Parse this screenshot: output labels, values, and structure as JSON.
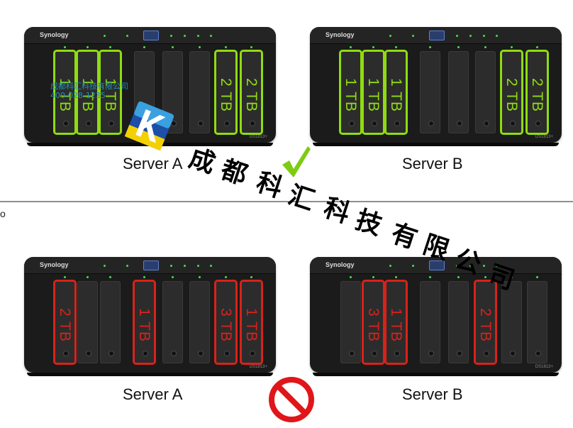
{
  "brand": "Synology",
  "model": "DS1813+",
  "top_caption": {
    "left": "Server A",
    "right": "Server B"
  },
  "bottom_caption": {
    "left": "Server A",
    "right": "Server B"
  },
  "servers": [
    {
      "id": "top-a",
      "bays": [
        "1 TB",
        "1 TB",
        "1 TB",
        "",
        "",
        "",
        "2 TB",
        "2 TB"
      ],
      "highlight": [
        0,
        1,
        2,
        6,
        7
      ],
      "color": "green"
    },
    {
      "id": "top-b",
      "bays": [
        "1 TB",
        "1 TB",
        "1 TB",
        "",
        "",
        "",
        "2 TB",
        "2 TB"
      ],
      "highlight": [
        0,
        1,
        2,
        6,
        7
      ],
      "color": "green"
    },
    {
      "id": "bot-a",
      "bays": [
        "2 TB",
        "",
        "",
        "1 TB",
        "",
        "",
        "3 TB",
        "1 TB"
      ],
      "highlight": [
        0,
        3,
        6,
        7
      ],
      "color": "red"
    },
    {
      "id": "bot-b",
      "bays": [
        "",
        "3 TB",
        "1 TB",
        "",
        "",
        "2 TB",
        "",
        ""
      ],
      "highlight": [
        1,
        2,
        5
      ],
      "color": "red"
    }
  ],
  "watermark": {
    "large_chars": [
      "成",
      "都",
      "科",
      "汇",
      "科",
      "技",
      "有",
      "限",
      "公",
      "司"
    ],
    "small_line1": "成都科汇科技有限公司",
    "small_line2": "400-028-1235"
  },
  "edge_char": "o",
  "colors": {
    "ok": "#8fdc10",
    "bad": "#d8221a",
    "check": "#7dcc12",
    "prohibit": "#e0161a"
  }
}
